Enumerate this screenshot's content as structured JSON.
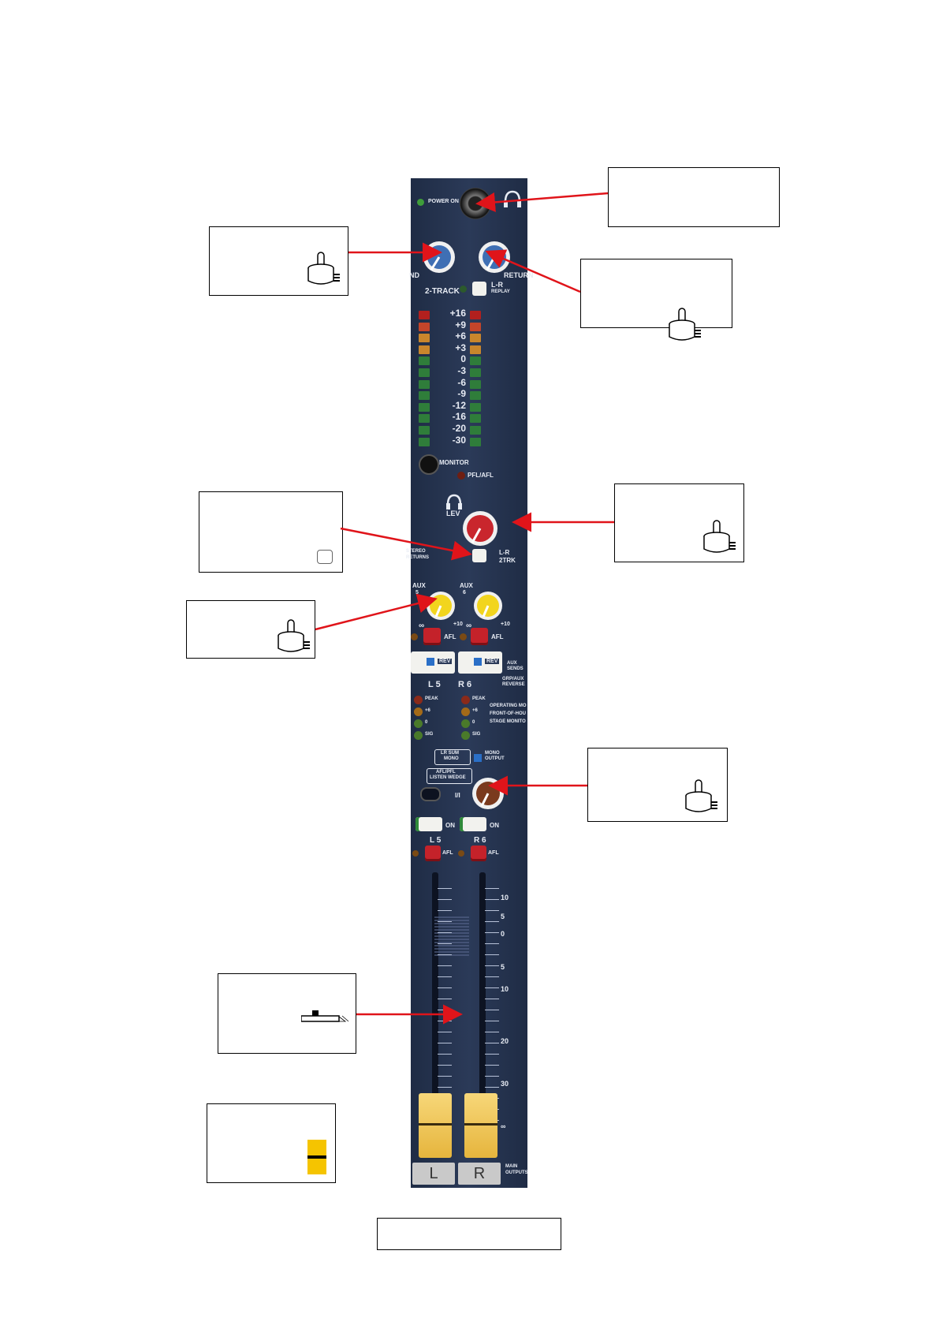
{
  "strip": {
    "power_label": "POWER ON",
    "two_track_label": "2-TRACK",
    "return_label": "RETURN",
    "send_label_partial": "ND",
    "lr_replay_label": "L-R",
    "replay_label": "REPLAY",
    "meter_scale": [
      "+16",
      "+9",
      "+6",
      "+3",
      "0",
      "-3",
      "-6",
      "-9",
      "-12",
      "-16",
      "-20",
      "-30"
    ],
    "monitor_label": "MONITOR",
    "pfl_afl_label": "PFL/AFL",
    "lev_label": "LEV",
    "stereo_returns_label_1": "STEREO",
    "stereo_returns_label_2": "RETURNS",
    "lr_label": "L-R",
    "two_trk_label": "2TRK",
    "aux5_label": "AUX",
    "aux5_num": "5",
    "aux6_label": "AUX",
    "aux6_num": "6",
    "aux_min": "∞",
    "aux_max": "+10",
    "afl_label": "AFL",
    "rev_label": "REV",
    "aux_sends_1": "AUX",
    "aux_sends_2": "SENDS",
    "grp_aux_1": "GRP/AUX",
    "grp_aux_2": "REVERSE",
    "l5_label": "L 5",
    "r6_label": "R 6",
    "peak_label": "PEAK",
    "plus6_label": "+6",
    "zero_label": "0",
    "sig_label": "SIG",
    "operating_1": "OPERATING MO",
    "operating_2": "FRONT-OF-HOU",
    "operating_3": "STAGE MONITO",
    "lr_sum_1": "LR SUM",
    "lr_sum_2": "MONO",
    "mono_output_1": "MONO",
    "mono_output_2": "OUTPUT",
    "afl_pfl_1": "AFL/PFL",
    "afl_pfl_2": "LISTEN WEDGE",
    "mono_mute_label": "I/I",
    "on_label": "ON",
    "fader_scale": [
      "10",
      "5",
      "0",
      "5",
      "10",
      "20",
      "30",
      "∞"
    ],
    "left_tile": "L",
    "right_tile": "R",
    "main_outputs_1": "MAIN",
    "main_outputs_2": "OUTPUTS"
  },
  "colors": {
    "panel": "#2b3a58",
    "knob_blue": "#3f6fb4",
    "knob_red": "#c9262d",
    "knob_yellow": "#f2d51e",
    "knob_brown": "#7a3a1e",
    "fader_cap": "#f0c94d",
    "arrow": "#e0141a"
  },
  "icons": [
    "headphones-icon",
    "pot-icon",
    "button-icon",
    "fader-icon",
    "fader-cap-icon"
  ]
}
